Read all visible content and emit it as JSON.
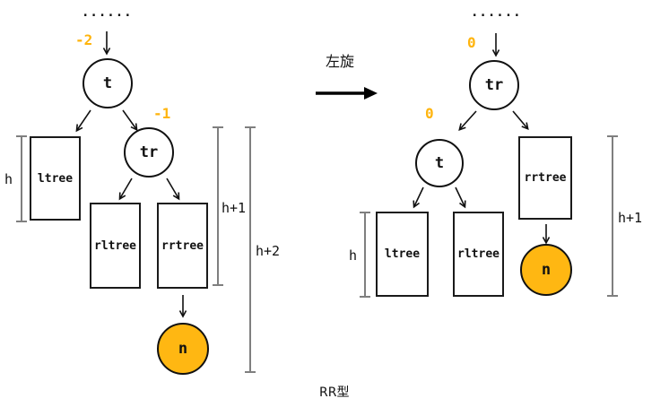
{
  "colors": {
    "balance_label": "#FFB40D",
    "new_node_fill": "#FFB712",
    "node_stroke": "#111111",
    "measure_line": "#7f7f7f"
  },
  "caption": "RR型",
  "middle": {
    "rotation_label": "左旋"
  },
  "left": {
    "ellipsis": "......",
    "root_balance": "-2",
    "root_label": "t",
    "right_child_balance": "-1",
    "right_child_label": "tr",
    "ltree_label": "ltree",
    "rltree_label": "rltree",
    "rrtree_label": "rrtree",
    "new_node_label": "n",
    "h_label": "h",
    "h1_label": "h+1",
    "h2_label": "h+2"
  },
  "right": {
    "ellipsis": "......",
    "root_balance": "0",
    "root_label": "tr",
    "left_child_balance": "0",
    "left_child_label": "t",
    "ltree_label": "ltree",
    "rltree_label": "rltree",
    "rrtree_label": "rrtree",
    "new_node_label": "n",
    "h_label": "h",
    "h1_label": "h+1"
  }
}
